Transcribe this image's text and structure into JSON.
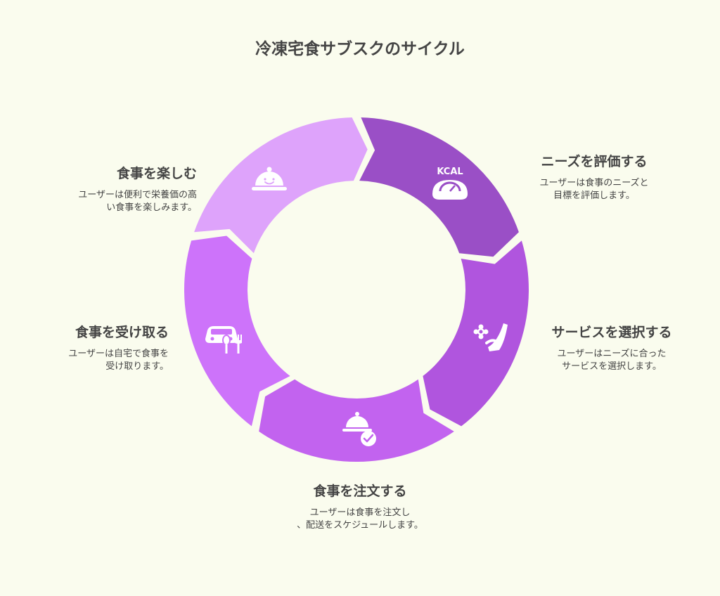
{
  "title": "冷凍宅食サブスクのサイクル",
  "colors": {
    "background": "#fafcee",
    "text": "#444444",
    "icon": "#ffffff"
  },
  "steps": [
    {
      "heading": "ニーズを評価する",
      "desc": [
        "ユーザーは食事のニーズと",
        "目標を評価します。"
      ],
      "color": "#9a4fc6",
      "icon": "kcal-scale-icon",
      "icon_text": "KCAL"
    },
    {
      "heading": "サービスを選択する",
      "desc": [
        "ユーザーはニーズに合った",
        "サービスを選択します。"
      ],
      "color": "#b055de",
      "icon": "hand-flower-icon"
    },
    {
      "heading": "食事を注文する",
      "desc": [
        "ユーザーは食事を注文し",
        "、配送をスケジュールします。"
      ],
      "color": "#c263ef",
      "icon": "cloche-check-icon"
    },
    {
      "heading": "食事を受け取る",
      "desc": [
        "ユーザーは自宅で食事を",
        "受け取ります。"
      ],
      "color": "#cd73fa",
      "icon": "car-utensils-icon"
    },
    {
      "heading": "食事を楽しむ",
      "desc": [
        "ユーザーは便利で栄養価の高",
        "い食事を楽しみます。"
      ],
      "color": "#dea3fb",
      "icon": "smiling-cloche-icon"
    }
  ]
}
